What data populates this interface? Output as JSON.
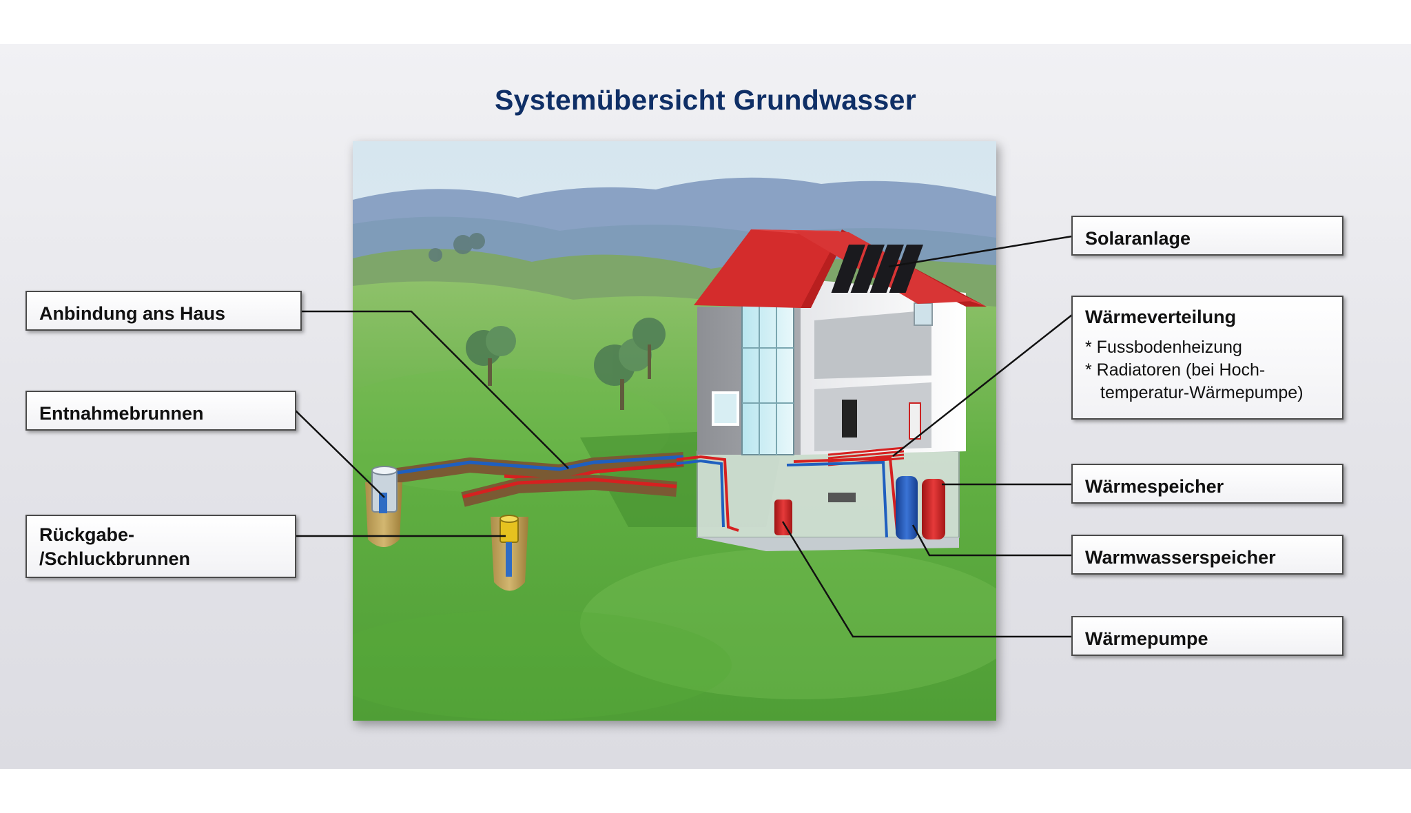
{
  "title": "Systemübersicht Grundwasser",
  "labels": {
    "anbindung": "Anbindung ans Haus",
    "entnahme": "Entnahmebrunnen",
    "rueckgabe_line1": "Rückgabe-",
    "rueckgabe_line2": "/Schluckbrunnen",
    "solar": "Solaranlage",
    "verteilung": "Wärmeverteilung",
    "verteilung_item1": "* Fussbodenheizung",
    "verteilung_item2_line1": "* Radiatoren (bei Hoch-",
    "verteilung_item2_line2": "temperatur-Wärmepumpe)",
    "speicher": "Wärmespeicher",
    "warmwasser": "Warmwasserspeicher",
    "pumpe": "Wärmepumpe"
  },
  "colors": {
    "title": "#0f2f66",
    "roof": "#d42c2c",
    "grass": "#5fae3c",
    "pipe_warm": "#d62020",
    "pipe_cold": "#1f5fbf",
    "hot_tank": "#cc2222",
    "cold_tank": "#2255bb"
  }
}
